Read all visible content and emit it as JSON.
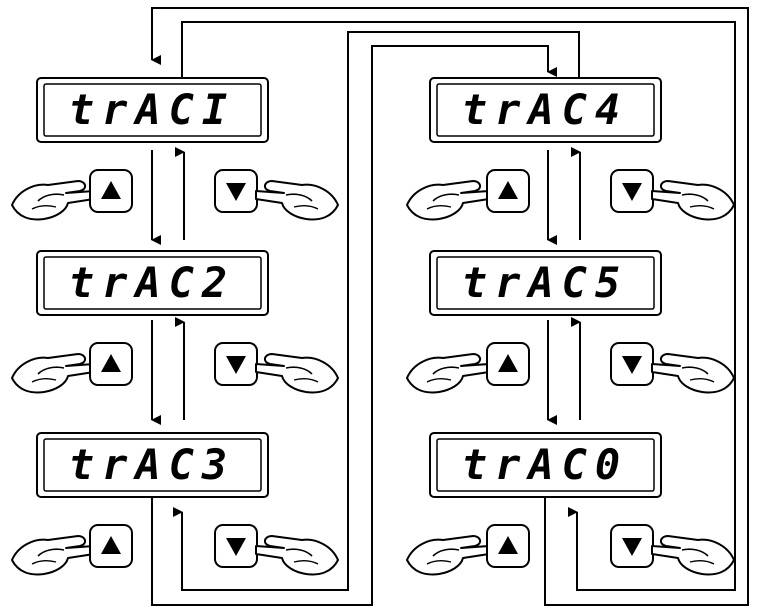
{
  "displays": [
    {
      "id": "trac1",
      "text": "trACI"
    },
    {
      "id": "trac2",
      "text": "trAC2"
    },
    {
      "id": "trac3",
      "text": "trAC3"
    },
    {
      "id": "trac4",
      "text": "trAC4"
    },
    {
      "id": "trac5",
      "text": "trAC5"
    },
    {
      "id": "trac0",
      "text": "trAC0"
    }
  ],
  "buttons": {
    "up_icon": "triangle-up-icon",
    "down_icon": "triangle-down-icon",
    "hand_icon": "pointing-hand-icon"
  }
}
